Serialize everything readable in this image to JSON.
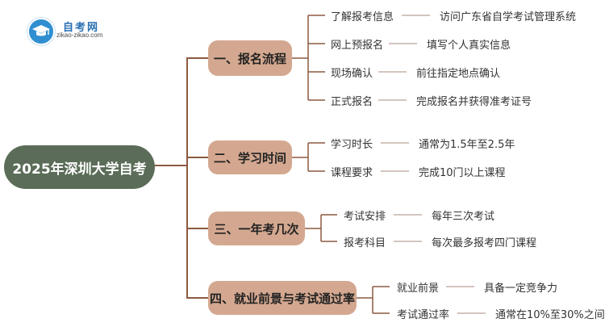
{
  "logo": {
    "name": "自考网",
    "domain": "zikao-zikao.com"
  },
  "root": {
    "label": "2025年深圳大学自考"
  },
  "branches": [
    {
      "label": "一、报名流程",
      "items": [
        {
          "topic": "了解报考信息",
          "detail": "访问广东省自学考试管理系统"
        },
        {
          "topic": "网上预报名",
          "detail": "填写个人真实信息"
        },
        {
          "topic": "现场确认",
          "detail": "前往指定地点确认"
        },
        {
          "topic": "正式报名",
          "detail": "完成报名并获得准考证号"
        }
      ]
    },
    {
      "label": "二、学习时间",
      "items": [
        {
          "topic": "学习时长",
          "detail": "通常为1.5年至2.5年"
        },
        {
          "topic": "课程要求",
          "detail": "完成10门以上课程"
        }
      ]
    },
    {
      "label": "三、一年考几次",
      "items": [
        {
          "topic": "考试安排",
          "detail": "每年三次考试"
        },
        {
          "topic": "报考科目",
          "detail": "每次最多报考四门课程"
        }
      ]
    },
    {
      "label": "四、就业前景与考试通过率",
      "items": [
        {
          "topic": "就业前景",
          "detail": "具备一定竞争力"
        },
        {
          "topic": "考试通过率",
          "detail": "通常在10%至30%之间"
        }
      ]
    }
  ],
  "colors": {
    "root_fill": "#5b6d58",
    "branch_fill": "#d4a890",
    "connector": "#8b5a40",
    "leaf_connector": "#b9a296",
    "logo_blue": "#2a6fb3"
  }
}
